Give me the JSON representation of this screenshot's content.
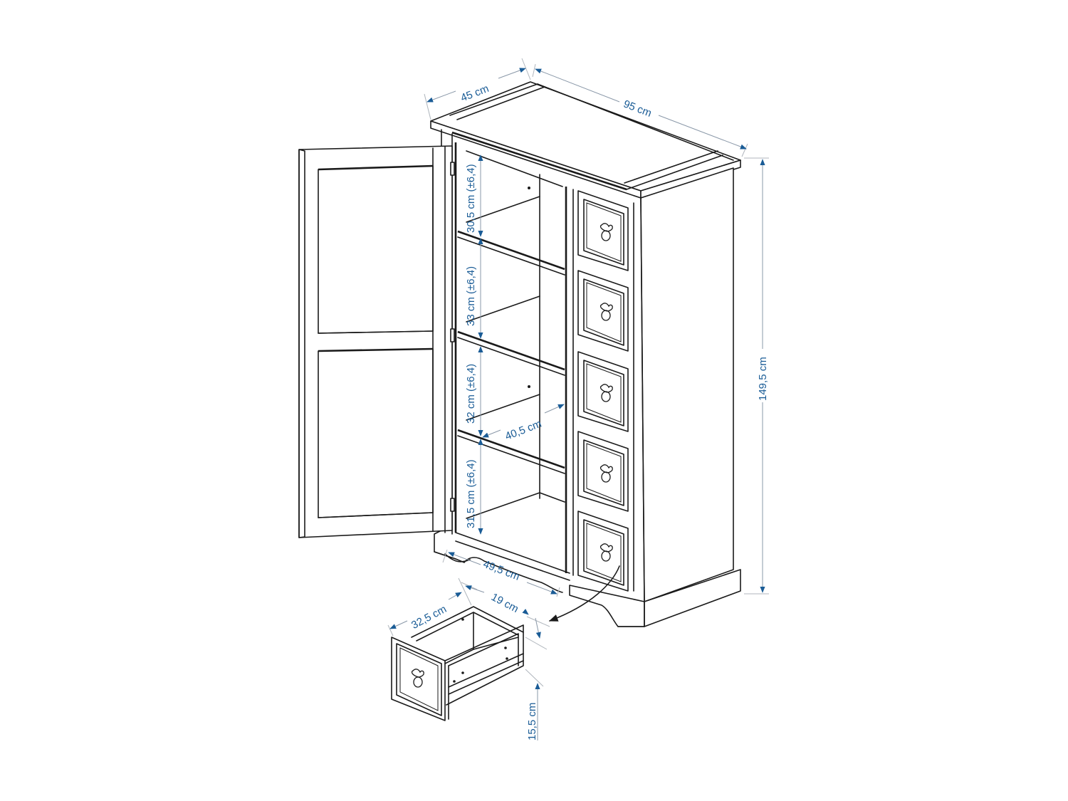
{
  "diagram": {
    "subject": "Cabinet with open door, shelves and five drawers, plus detached drawer",
    "accent_color": "#1a5c96",
    "line_color": "#1a1a1a",
    "dimensions": {
      "depth": "45 cm",
      "width": "95 cm",
      "height": "149,5 cm",
      "shelf_1": "30,5 cm (±6,4)",
      "shelf_2": "33 cm (±6,4)",
      "shelf_3": "32 cm (±6,4)",
      "shelf_4": "31,5 cm (±6,4)",
      "shelf_depth": "40,5 cm",
      "inner_width": "49,5 cm",
      "drawer_depth": "32,5 cm",
      "drawer_width": "19 cm",
      "drawer_height": "15,5 cm"
    },
    "drawer_count": 5,
    "shelf_count": 4
  }
}
